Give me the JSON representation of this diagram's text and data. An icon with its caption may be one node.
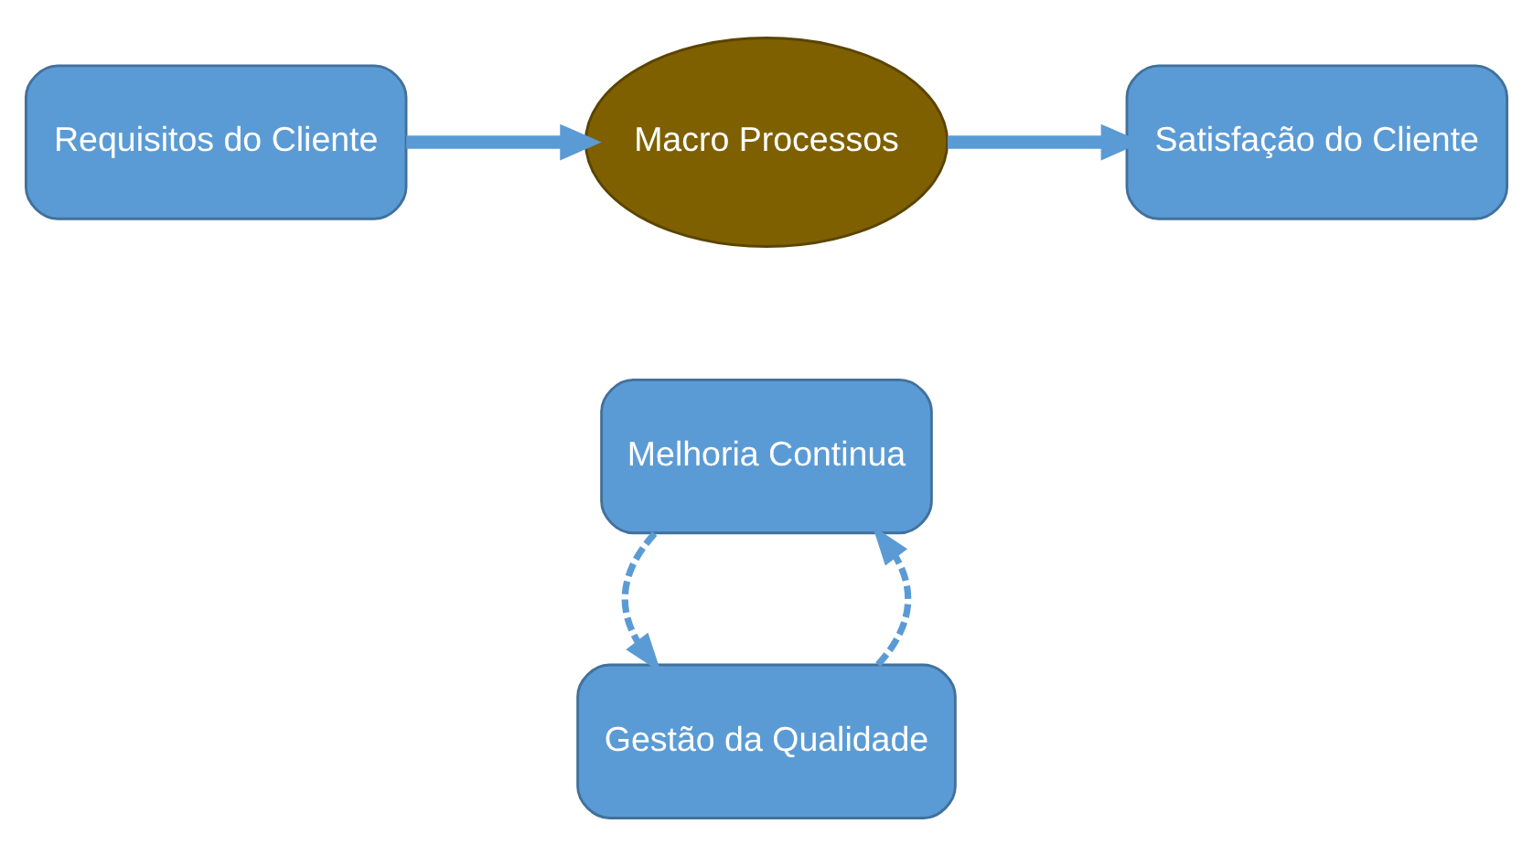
{
  "diagram": {
    "nodes": [
      {
        "text": [
          "Gestão da Qualidade"
        ]
      },
      {
        "text": [
          "Requisitos do Cliente"
        ]
      },
      {
        "text": [
          "Macro Processos"
        ]
      },
      {
        "text": [
          "Satisfação do Cliente"
        ]
      },
      {
        "text": [
          "Melhoria Continua"
        ]
      }
    ],
    "edges": [
      {
        "from": 1,
        "to": 2,
        "arrow": "to",
        "style": "thick"
      },
      {
        "from": 2,
        "to": 3,
        "arrow": "to",
        "style": "thick"
      },
      {
        "from": 0,
        "to": 4,
        "arrow": "to",
        "style": "dashed"
      },
      {
        "from": 4,
        "to": 0,
        "arrow": "to",
        "style": "dashed"
      }
    ]
  }
}
